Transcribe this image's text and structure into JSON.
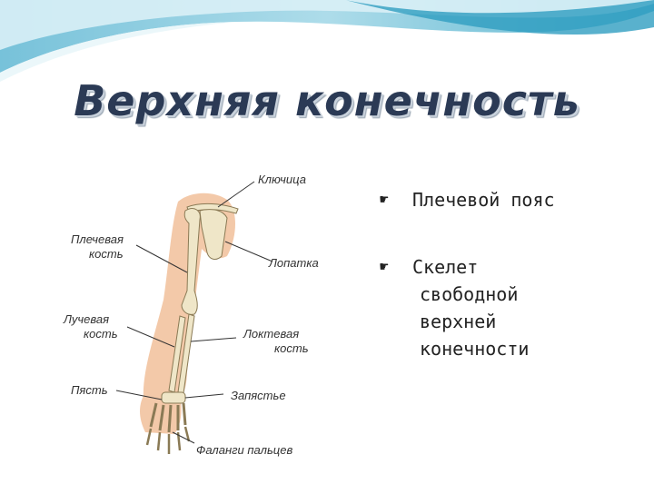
{
  "slide": {
    "title": "Верхняя конечность",
    "colors": {
      "title": "#2b3a55",
      "wave_light": "#cdeaf2",
      "wave_dark": "#3aa6c6",
      "skin": "#f3c9a9",
      "bone": "#efe6c8"
    }
  },
  "diagram": {
    "labels": {
      "klyuchitsa": "Ключица",
      "plechevaya_1": "Плечевая",
      "plechevaya_2": "кость",
      "lopatka": "Лопатка",
      "luchevaya_1": "Лучевая",
      "luchevaya_2": "кость",
      "loktevaya_1": "Локтевая",
      "loktevaya_2": "кость",
      "pyast": "Пясть",
      "zapyastye": "Запястье",
      "falangi": "Фаланги пальцев"
    }
  },
  "bullets": [
    {
      "icon": "pointing-hand-icon",
      "line1": "Плечевой пояс",
      "lines": []
    },
    {
      "icon": "pointing-hand-icon",
      "line1": "Скелет",
      "lines": [
        "свободной",
        "верхней",
        "конечности"
      ]
    }
  ]
}
